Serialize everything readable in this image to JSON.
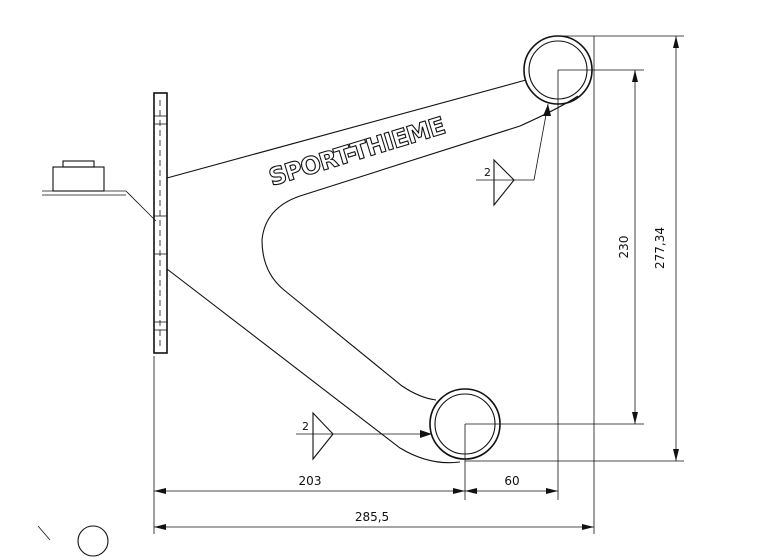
{
  "logo": {
    "text": "SPORT-THIEME"
  },
  "dimensions": {
    "horizontal_inner": "203",
    "horizontal_offset": "60",
    "horizontal_overall": "285,5",
    "vertical_centers": "230",
    "vertical_overall": "277,34"
  },
  "welds": {
    "upper": "2",
    "lower": "2"
  },
  "colors": {
    "line": "#111111",
    "background": "#ffffff"
  }
}
